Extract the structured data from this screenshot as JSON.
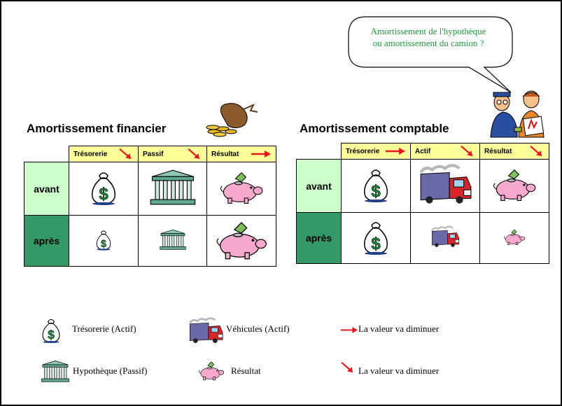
{
  "bubble": {
    "line1": "Amortissement de l'hypothèque",
    "line2": "ou amortissement du camion ?"
  },
  "left": {
    "title": "Amortissement financier",
    "headers": [
      {
        "label": "Trésorerie",
        "arrow": "diagonal-down"
      },
      {
        "label": "Passif",
        "arrow": "diagonal-down"
      },
      {
        "label": "Résultat",
        "arrow": "right"
      }
    ],
    "rows": [
      {
        "label": "avant",
        "cells": [
          "money-bag-large",
          "bank-large",
          "piggy-large"
        ]
      },
      {
        "label": "après",
        "cells": [
          "money-bag-small",
          "bank-small",
          "piggy-larger"
        ]
      }
    ]
  },
  "right": {
    "title": "Amortissement comptable",
    "headers": [
      {
        "label": "Trésorerie",
        "arrow": "right"
      },
      {
        "label": "Actif",
        "arrow": "diagonal-down"
      },
      {
        "label": "Résultat",
        "arrow": "diagonal-down"
      }
    ],
    "rows": [
      {
        "label": "avant",
        "cells": [
          "money-bag-large",
          "truck-large",
          "piggy-large"
        ]
      },
      {
        "label": "après",
        "cells": [
          "money-bag-large",
          "truck-small",
          "piggy-small"
        ]
      }
    ]
  },
  "legend": {
    "tresorerie": "Trésorerie (Actif)",
    "vehicules": "Véhicules (Actif)",
    "right_arrow": "La valeur va diminuer",
    "hypotheque": "Hypothèque (Passif)",
    "resultat": "Résultat",
    "diag_arrow": "La valeur va diminuer"
  },
  "colors": {
    "header_bg": "#ffff99",
    "row_avant_bg": "#ccffcc",
    "row_apres_bg": "#339966",
    "arrow_red": "#e8141e",
    "bubble_text": "#1a9a3a"
  }
}
